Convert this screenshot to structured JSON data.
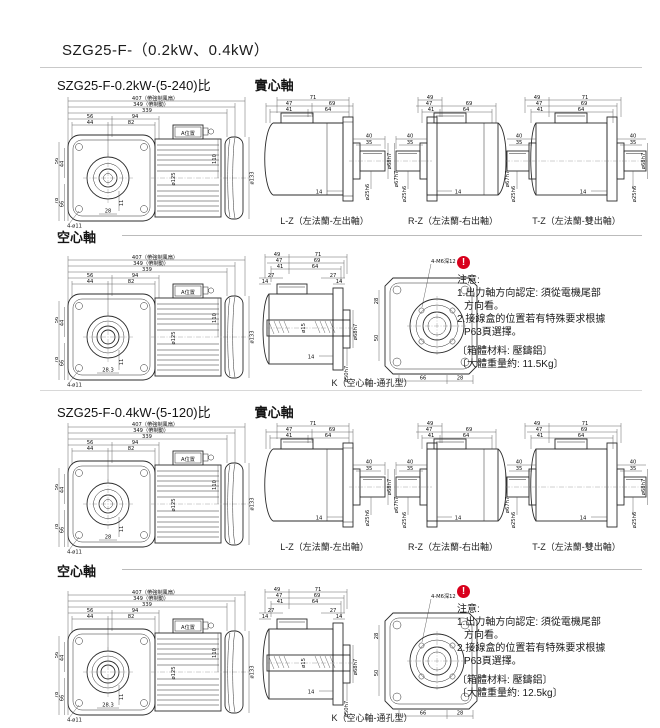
{
  "page": {
    "title": "SZG25-F-（0.2kW、0.4kW）"
  },
  "sections": {
    "s1": {
      "model": "SZG25-F-0.2kW-(5-240)比",
      "solid_label": "實心軸",
      "hollow_label": "空心軸",
      "weight": "〔大體重量約: 11.5Kg〕"
    },
    "s2": {
      "model": "SZG25-F-0.4kW-(5-120)比",
      "solid_label": "實心軸",
      "hollow_label": "空心軸",
      "weight": "〔大體重量約: 12.5kg〕"
    }
  },
  "main": {
    "len_fan": "407（帶強制風扇）",
    "len_brake": "349（帶制動）",
    "len_body": "339",
    "w56": "56",
    "w44": "44",
    "w94": "94",
    "w82": "82",
    "a_box": "A位置",
    "h110": "110",
    "motor_dia": "ø125",
    "cover_dia": "ø133",
    "h56": "56",
    "h44": "44",
    "h78": "78",
    "h66": "66",
    "key11": "11",
    "shaft28": "28",
    "shaft28_hollow": "28.3",
    "holes": "4-ø11"
  },
  "side": {
    "d49": "49",
    "d71": "71",
    "d47": "47",
    "d69": "69",
    "d41": "41",
    "d64": "64",
    "d40": "40",
    "d35": "35",
    "d14": "14",
    "hub68": "ø68h7",
    "hub67": "ø67h7",
    "shaft25": "ø25h6"
  },
  "views": {
    "lz_label": "L-Z（左法蘭-左出軸）",
    "rz_label": "R-Z（左法蘭-右出軸）",
    "tz_label": "T-Z（左法蘭-雙出軸）",
    "k_label": "K（空心軸-通孔型）"
  },
  "k": {
    "d27": "27",
    "d14": "14",
    "bore15": "ø15",
    "hub68": "ø68h7",
    "hub50": "ø50h7",
    "taps": "4-M6深12",
    "f28": "28",
    "f50": "50",
    "f66": "66",
    "f28b": "28"
  },
  "notes": {
    "alert": "!",
    "title": "注意:",
    "l1": "1.出力軸方向認定: 須從電機尾部",
    "l1b": "方向看。",
    "l2": "2.接線盒的位置若有特殊要求根據",
    "l2b": "P63頁選擇。",
    "material": "〔箱體材料: 壓鑄鋁〕"
  }
}
